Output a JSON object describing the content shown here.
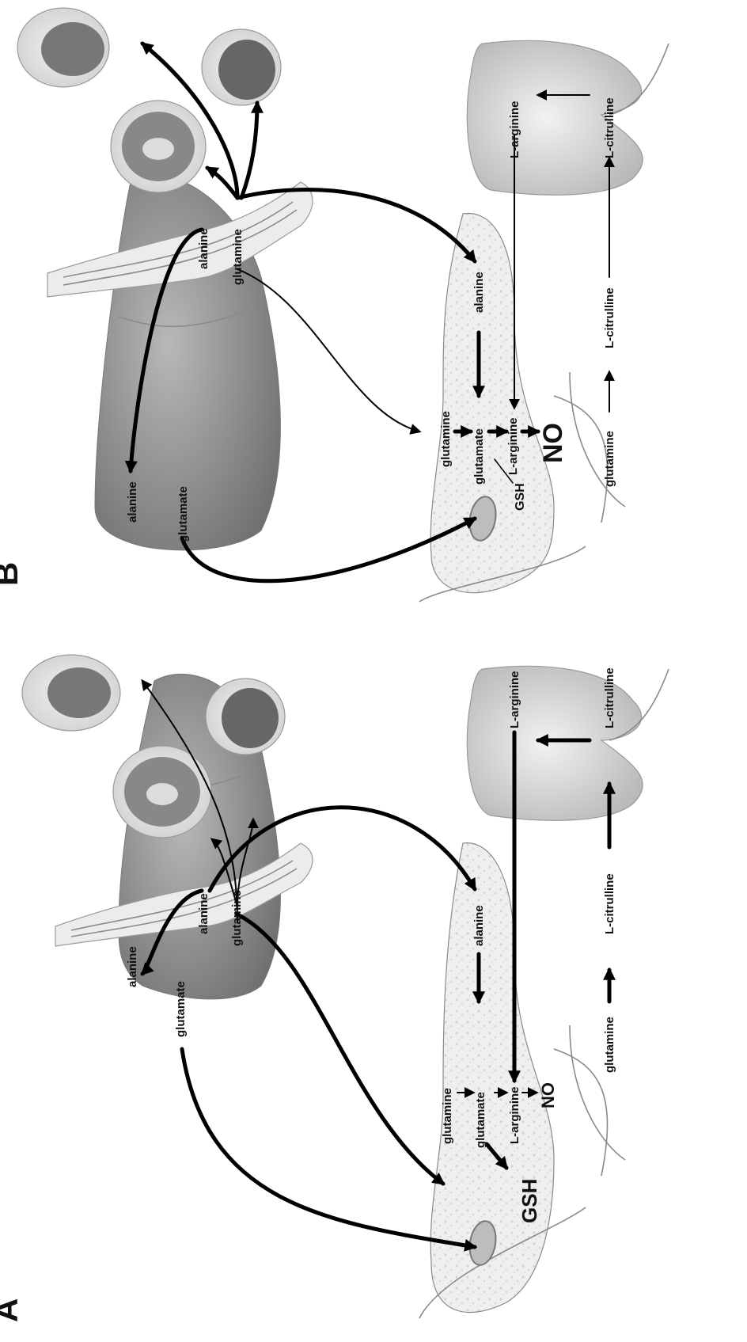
{
  "panels": [
    {
      "id": "A",
      "panel_label": "A",
      "labels": {
        "liver_alanine": "alanine",
        "liver_glutamate": "glutamate",
        "muscle_alanine": "alanine",
        "muscle_glutamine": "glutamine",
        "gut_glutamine": "glutamine",
        "gut_glutamate": "glutamate",
        "gut_alanine": "alanine",
        "gut_arginine": "L-arginine",
        "gut_no": "NO",
        "gut_gsh": "GSH",
        "kidney_arginine": "L-arginine",
        "kidney_citrulline": "L-citrulline",
        "circ_glutamine": "glutamine",
        "circ_citrulline": "L-citrulline"
      }
    },
    {
      "id": "B",
      "panel_label": "B",
      "labels": {
        "liver_alanine": "alanine",
        "liver_glutamate": "glutamate",
        "muscle_alanine": "alanine",
        "muscle_glutamine": "glutamine",
        "gut_glutamine": "glutamine",
        "gut_glutamate": "glutamate",
        "gut_alanine": "alanine",
        "gut_arginine": "L-arginine",
        "gut_no": "NO",
        "gut_gsh": "GSH",
        "kidney_arginine": "L-arginine",
        "kidney_citrulline": "L-citrulline",
        "circ_glutamine": "glutamine",
        "circ_citrulline": "L-citrulline"
      }
    }
  ]
}
